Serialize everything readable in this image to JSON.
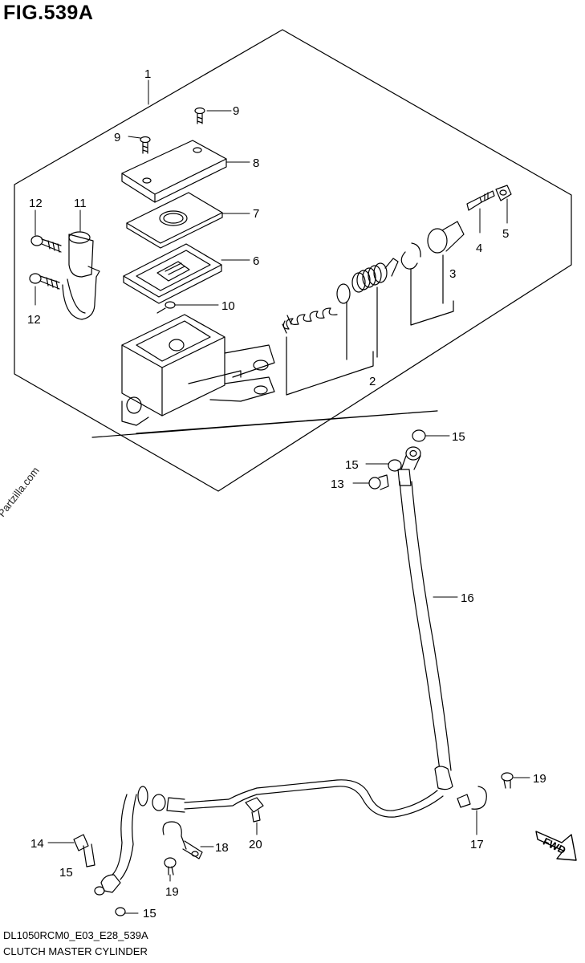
{
  "title": "FIG.539A",
  "watermark": "© Partzilla.com",
  "footer": {
    "code": "DL1050RCM0_E03_E28_539A",
    "name": "CLUTCH MASTER CYLINDER"
  },
  "fwd_label": "FWD",
  "callouts": {
    "c1": "1",
    "c2": "2",
    "c3": "3",
    "c4": "4",
    "c5": "5",
    "c6": "6",
    "c7": "7",
    "c8": "8",
    "c9a": "9",
    "c9b": "9",
    "c10": "10",
    "c11": "11",
    "c12a": "12",
    "c12b": "12",
    "c13": "13",
    "c14": "14",
    "c15a": "15",
    "c15b": "15",
    "c15c": "15",
    "c15d": "15",
    "c16": "16",
    "c17": "17",
    "c18": "18",
    "c19a": "19",
    "c19b": "19",
    "c20": "20"
  }
}
